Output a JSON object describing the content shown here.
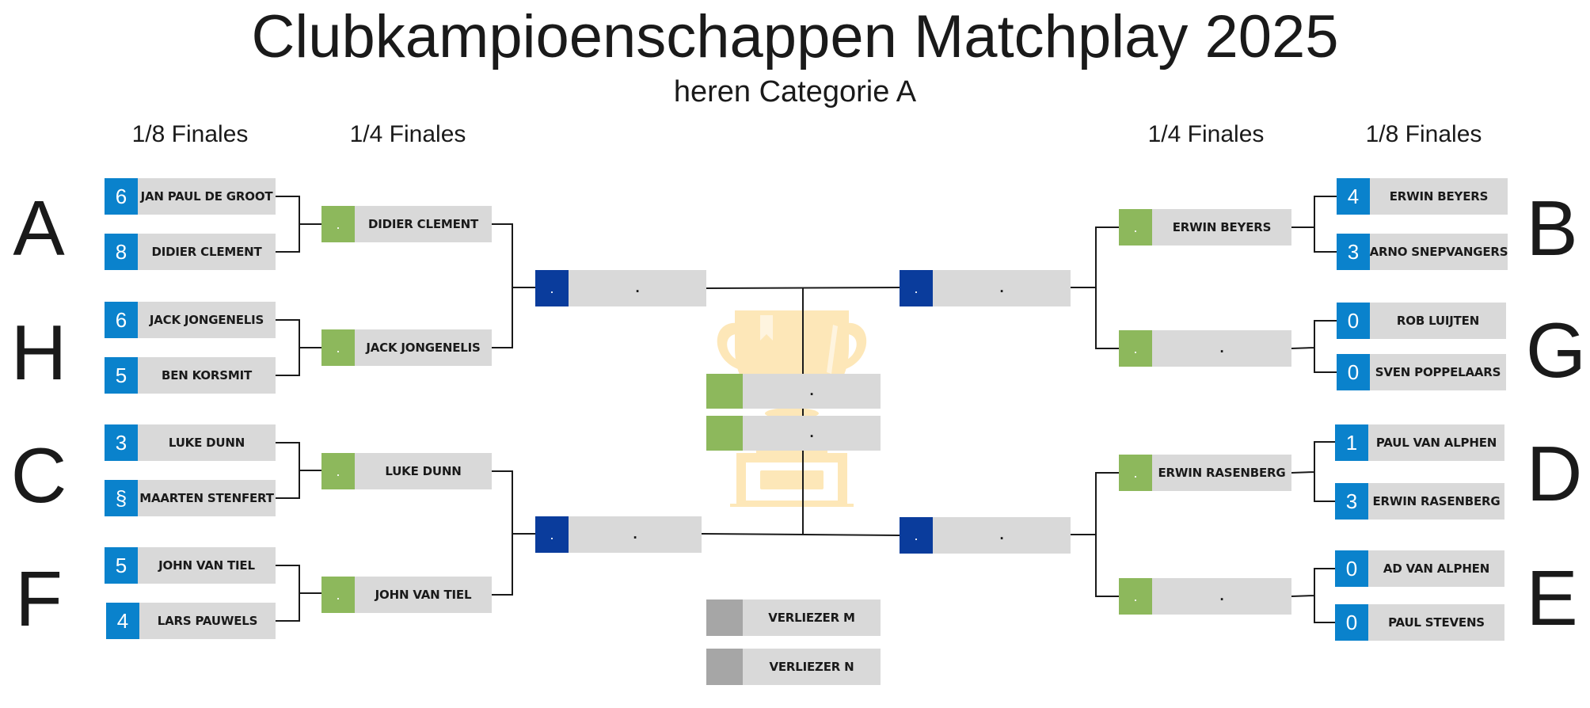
{
  "title": "Clubkampioenschappen Matchplay 2025",
  "subtitle": "heren Categorie A",
  "round_headers": {
    "left_r16": "1/8 Finales",
    "left_qf": "1/4 Finales",
    "right_qf": "1/4 Finales",
    "right_r16": "1/8 Finales"
  },
  "group_letters": [
    "A",
    "H",
    "C",
    "F",
    "B",
    "G",
    "D",
    "E"
  ],
  "left_r16": [
    {
      "score": "6",
      "name": "JAN PAUL DE GROOT"
    },
    {
      "score": "8",
      "name": "DIDIER CLEMENT"
    },
    {
      "score": "6",
      "name": "JACK JONGENELIS"
    },
    {
      "score": "5",
      "name": "BEN KORSMIT"
    },
    {
      "score": "3",
      "name": "LUKE DUNN"
    },
    {
      "score": "§",
      "name": "MAARTEN STENFERT"
    },
    {
      "score": "5",
      "name": "JOHN VAN TIEL"
    },
    {
      "score": "4",
      "name": "LARS PAUWELS"
    }
  ],
  "left_qf": [
    {
      "score": ".",
      "name": "DIDIER CLEMENT"
    },
    {
      "score": ".",
      "name": "JACK JONGENELIS"
    },
    {
      "score": ".",
      "name": "LUKE DUNN"
    },
    {
      "score": ".",
      "name": "JOHN VAN TIEL"
    }
  ],
  "left_sf": [
    {
      "score": ".",
      "name": "."
    },
    {
      "score": ".",
      "name": "."
    }
  ],
  "right_r16": [
    {
      "score": "4",
      "name": "ERWIN BEYERS"
    },
    {
      "score": "3",
      "name": "ARNO SNEPVANGERS"
    },
    {
      "score": "0",
      "name": "ROB LUIJTEN"
    },
    {
      "score": "0",
      "name": "SVEN POPPELAARS"
    },
    {
      "score": "1",
      "name": "PAUL VAN ALPHEN"
    },
    {
      "score": "3",
      "name": "ERWIN RASENBERG"
    },
    {
      "score": "0",
      "name": "AD VAN ALPHEN"
    },
    {
      "score": "0",
      "name": "PAUL STEVENS"
    }
  ],
  "right_qf": [
    {
      "score": ".",
      "name": "ERWIN BEYERS"
    },
    {
      "score": ".",
      "name": "."
    },
    {
      "score": ".",
      "name": "ERWIN RASENBERG"
    },
    {
      "score": ".",
      "name": "."
    }
  ],
  "right_sf": [
    {
      "score": ".",
      "name": "."
    },
    {
      "score": ".",
      "name": "."
    }
  ],
  "final": [
    {
      "score": "",
      "name": "."
    },
    {
      "score": "",
      "name": "."
    }
  ],
  "losers": [
    {
      "score": "",
      "name": "VERLIEZER M"
    },
    {
      "score": "",
      "name": "VERLIEZER N"
    }
  ],
  "colors": {
    "score_r16": "#0a82cc",
    "score_qf": "#8db85c",
    "score_sf": "#0a3c9c",
    "score_loser": "#a6a6a6",
    "name_box": "#d9d9d9",
    "trophy": "#fde7b8",
    "line": "#1a1a1a"
  }
}
